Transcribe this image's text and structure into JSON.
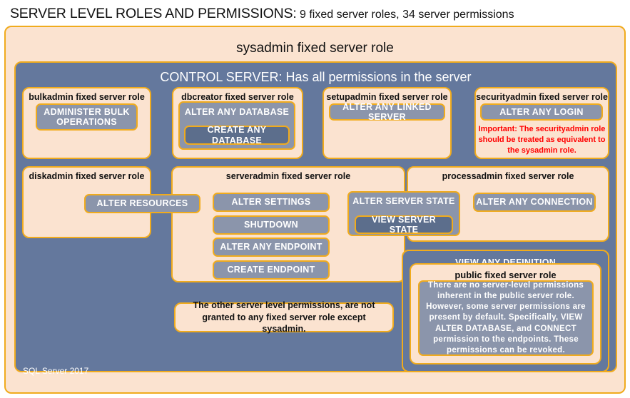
{
  "title": {
    "strong": "SERVER LEVEL ROLES AND PERMISSIONS:",
    "light": "9 fixed server roles, 34 server permissions"
  },
  "sysadmin": {
    "label": "sysadmin fixed server role"
  },
  "control_server": {
    "label": "CONTROL SERVER: Has all permissions in the server"
  },
  "roles": {
    "bulkadmin": {
      "label": "bulkadmin fixed server role",
      "permissions": [
        "ADMINISTER  BULK OPERATIONS"
      ]
    },
    "dbcreator": {
      "label": "dbcreator fixed server role",
      "permission_outer": "ALTER ANY DATABASE",
      "permission_inner": "CREATE  ANY DATABASE"
    },
    "setupadmin": {
      "label": "setupadmin fixed server role",
      "permissions": [
        "ALTER ANY LINKED SERVER"
      ]
    },
    "securityadmin": {
      "label": "securityadmin fixed server role",
      "permissions": [
        "ALTER ANY LOGIN"
      ],
      "warning": "Important:  The securityadmin role should  be treated as equivalent to the sysadmin role."
    },
    "diskadmin": {
      "label": "diskadmin fixed server role",
      "permissions": [
        "ALTER RESOURCES"
      ]
    },
    "serveradmin": {
      "label": "serveradmin fixed server role",
      "permissions": [
        "ALTER SETTINGS",
        "SHUTDOWN",
        "ALTER ANY ENDPOINT",
        "CREATE  ENDPOINT"
      ],
      "shared_permission_outer": "ALTER SERVER STATE",
      "shared_permission_inner": "VIEW SERVER STATE"
    },
    "processadmin": {
      "label": "processadmin fixed server role",
      "permissions": [
        "ALTER ANY CONNECTION"
      ]
    },
    "public": {
      "caption": "VIEW ANY DEFINITION",
      "label": "public  fixed server role",
      "description": "There are no server-level permissions inherent in the public server role. However, some server permissions are present by default. Specifically, VIEW ALTER DATABASE, and CONNECT permission to the endpoints. These permissions can be revoked."
    }
  },
  "note": "The other server level permissions,  are not granted to any fixed server role except sysadmin.",
  "footer": "SQL Server 2017",
  "colors": {
    "peach": "#fbe3d0",
    "slate": "#64789d",
    "permission": "#8b95ab",
    "permission_dark": "#5c6e8c",
    "border_gold": "#f0ab1d",
    "warning_red": "#ff0000",
    "text_dark": "#111111"
  }
}
